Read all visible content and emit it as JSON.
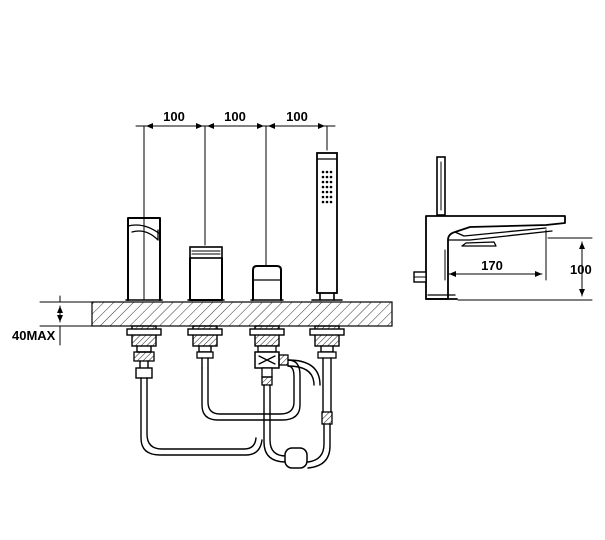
{
  "dimensions": {
    "spacing_1": "100",
    "spacing_2": "100",
    "spacing_3": "100",
    "deck_max": "40MAX",
    "spout_reach": "170",
    "spout_height": "100"
  }
}
